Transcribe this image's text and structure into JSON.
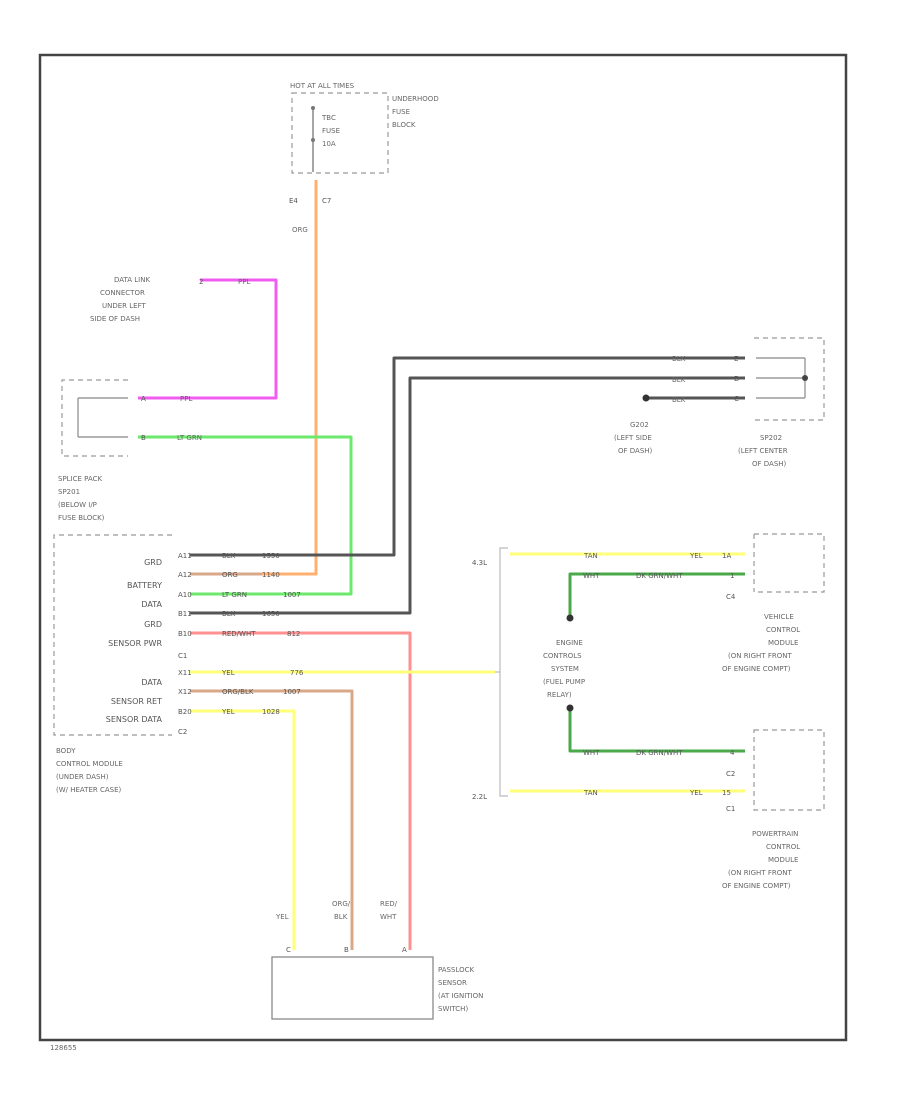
{
  "colors": {
    "orange": "#ffb070",
    "pink": "#f05cf0",
    "green": "#6ce86c",
    "dark": "#555555",
    "yellow": "#ffff7a",
    "red": "#ff9090",
    "tan": "#d8a888",
    "dark_green": "#4aaa4a"
  },
  "fuse_block": {
    "hot_label": "HOT AT ALL TIMES",
    "name_lines": [
      "UNDERHOOD",
      "FUSE",
      "BLOCK"
    ],
    "fuse_lines": [
      "TBC",
      "FUSE",
      "10A"
    ],
    "pin_left": "E4",
    "pin_right": "C7",
    "wire_label": "ORG"
  },
  "data_link": {
    "lines": [
      "DATA LINK",
      "CONNECTOR",
      "UNDER LEFT",
      "SIDE OF DASH"
    ],
    "pin": "2",
    "wire_label": "PPL"
  },
  "splice_pack_1": {
    "lines": [
      "SPLICE PACK",
      "SP201",
      "(BELOW I/P",
      "FUSE BLOCK)"
    ],
    "pin_a": "A",
    "pin_b": "B",
    "wire_a": "PPL",
    "wire_b": "LT GRN"
  },
  "ground": {
    "lines": [
      "G202",
      "(LEFT SIDE",
      "OF DASH)"
    ],
    "wire": "BLK"
  },
  "splice_pack_2": {
    "lines": [
      "SP202",
      "(LEFT CENTER",
      "OF DASH)"
    ],
    "pins": [
      "E",
      "D",
      "C"
    ],
    "wires": [
      "BLK",
      "BLK",
      "BLK"
    ]
  },
  "bcm": {
    "pin_labels": [
      "GRD",
      "BATTERY",
      "DATA",
      "GRD",
      "SENSOR PWR",
      "C1",
      "DATA",
      "SENSOR RET",
      "SENSOR DATA",
      "C2"
    ],
    "rows": [
      {
        "pin": "A11",
        "wire": "BLK",
        "code": "1550"
      },
      {
        "pin": "A12",
        "wire": "ORG",
        "code": "1140"
      },
      {
        "pin": "A10",
        "wire": "LT GRN",
        "code": "1007"
      },
      {
        "pin": "B11",
        "wire": "BLK",
        "code": "1650"
      },
      {
        "pin": "B10",
        "wire": "RED/WHT",
        "code": "812"
      },
      {
        "pin": "X11",
        "wire": "YEL",
        "code": "776"
      },
      {
        "pin": "X12",
        "wire": "ORG/BLK",
        "code": "1007"
      },
      {
        "pin": "B20",
        "wire": "YEL",
        "code": "1028"
      }
    ],
    "lines": [
      "BODY",
      "CONTROL MODULE",
      "(UNDER DASH)",
      "(W/ HEATER CASE)"
    ]
  },
  "engine": {
    "label_43": "4.3L",
    "label_22": "2.2L",
    "wire_top_a": "TAN",
    "wire_top_b": "YEL",
    "pin_top": "1A",
    "wire_mid": "WHT",
    "wire_mid_b": "DK GRN/WHT",
    "pin_mid": "1",
    "wire_low": "WHT",
    "wire_low_b": "DK GRN/WHT",
    "pin_low": "4",
    "wire_bot_a": "TAN",
    "wire_bot_b": "YEL",
    "pin_bot": "15",
    "lines": [
      "ENGINE",
      "CONTROLS",
      "SYSTEM",
      "(FUEL PUMP",
      "RELAY)"
    ]
  },
  "vcm": {
    "connector": "C4",
    "lines": [
      "VEHICLE",
      "CONTROL",
      "MODULE",
      "(ON RIGHT FRONT",
      "OF ENGINE COMPT)"
    ]
  },
  "pcm": {
    "connector_a": "C2",
    "connector_b": "C1",
    "lines": [
      "POWERTRAIN",
      "CONTROL",
      "MODULE",
      "(ON RIGHT FRONT",
      "OF ENGINE COMPT)"
    ]
  },
  "sensor": {
    "wire_left": [
      "YEL"
    ],
    "wire_mid": [
      "ORG/",
      "BLK"
    ],
    "wire_right": [
      "RED/",
      "WHT"
    ],
    "pins": [
      "C",
      "B",
      "A"
    ],
    "lines": [
      "PASSLOCK",
      "SENSOR",
      "(AT IGNITION",
      "SWITCH)"
    ]
  },
  "footer": {
    "code": "128655"
  }
}
